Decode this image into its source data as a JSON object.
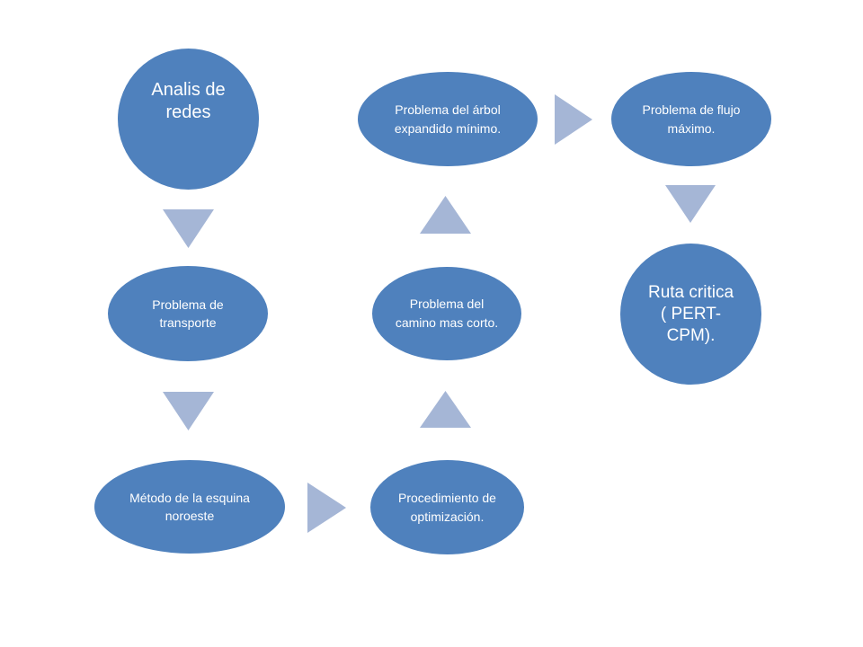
{
  "colors": {
    "node_fill": "#4f81bd",
    "arrow_fill": "#a5b6d6",
    "text": "#ffffff",
    "background": "#ffffff"
  },
  "nodes": {
    "analis_redes": "Analis de redes",
    "problema_transporte": "Problema de transporte",
    "metodo_esquina": "Método de la esquina noroeste",
    "procedimiento_optimizacion": "Procedimiento de optimización.",
    "camino_corto": "Problema del camino mas corto.",
    "arbol_expandido": "Problema del árbol expandido mínimo.",
    "flujo_maximo": "Problema de flujo máximo.",
    "ruta_critica": "Ruta critica ( PERT-CPM)."
  },
  "arrows": [
    {
      "from": "analis_redes",
      "to": "problema_transporte",
      "direction": "down"
    },
    {
      "from": "problema_transporte",
      "to": "metodo_esquina",
      "direction": "down"
    },
    {
      "from": "metodo_esquina",
      "to": "procedimiento_optimizacion",
      "direction": "right"
    },
    {
      "from": "procedimiento_optimizacion",
      "to": "camino_corto",
      "direction": "up"
    },
    {
      "from": "camino_corto",
      "to": "arbol_expandido",
      "direction": "up"
    },
    {
      "from": "arbol_expandido",
      "to": "flujo_maximo",
      "direction": "right"
    },
    {
      "from": "flujo_maximo",
      "to": "ruta_critica",
      "direction": "down"
    }
  ]
}
